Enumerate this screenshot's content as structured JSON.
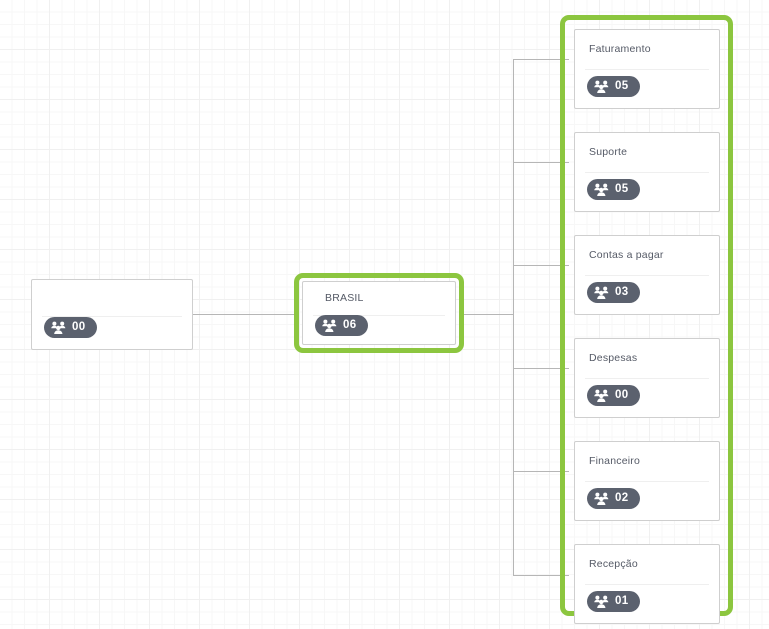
{
  "diagram": {
    "type": "org-chart",
    "accent_color": "#8cc63f",
    "badge_color": "#5b616e",
    "line_color": "#b6b6b6",
    "grid_color": "#f0f0f0",
    "background": "#ffffff",
    "badge_icon": "users-group-icon"
  },
  "nodes": {
    "root": {
      "id": "root",
      "title": "",
      "count": "00",
      "highlighted": false
    },
    "brasil": {
      "id": "brasil",
      "title": "BRASIL",
      "count": "06",
      "highlighted": true
    },
    "children": [
      {
        "id": "faturamento",
        "title": "Faturamento",
        "count": "05",
        "highlighted": true
      },
      {
        "id": "suporte",
        "title": "Suporte",
        "count": "05",
        "highlighted": true
      },
      {
        "id": "contas-a-pagar",
        "title": "Contas a pagar",
        "count": "03",
        "highlighted": true
      },
      {
        "id": "despesas",
        "title": "Despesas",
        "count": "00",
        "highlighted": true
      },
      {
        "id": "financeiro",
        "title": "Financeiro",
        "count": "02",
        "highlighted": true
      },
      {
        "id": "recepcao",
        "title": "Recepção",
        "count": "01",
        "highlighted": true
      }
    ]
  }
}
